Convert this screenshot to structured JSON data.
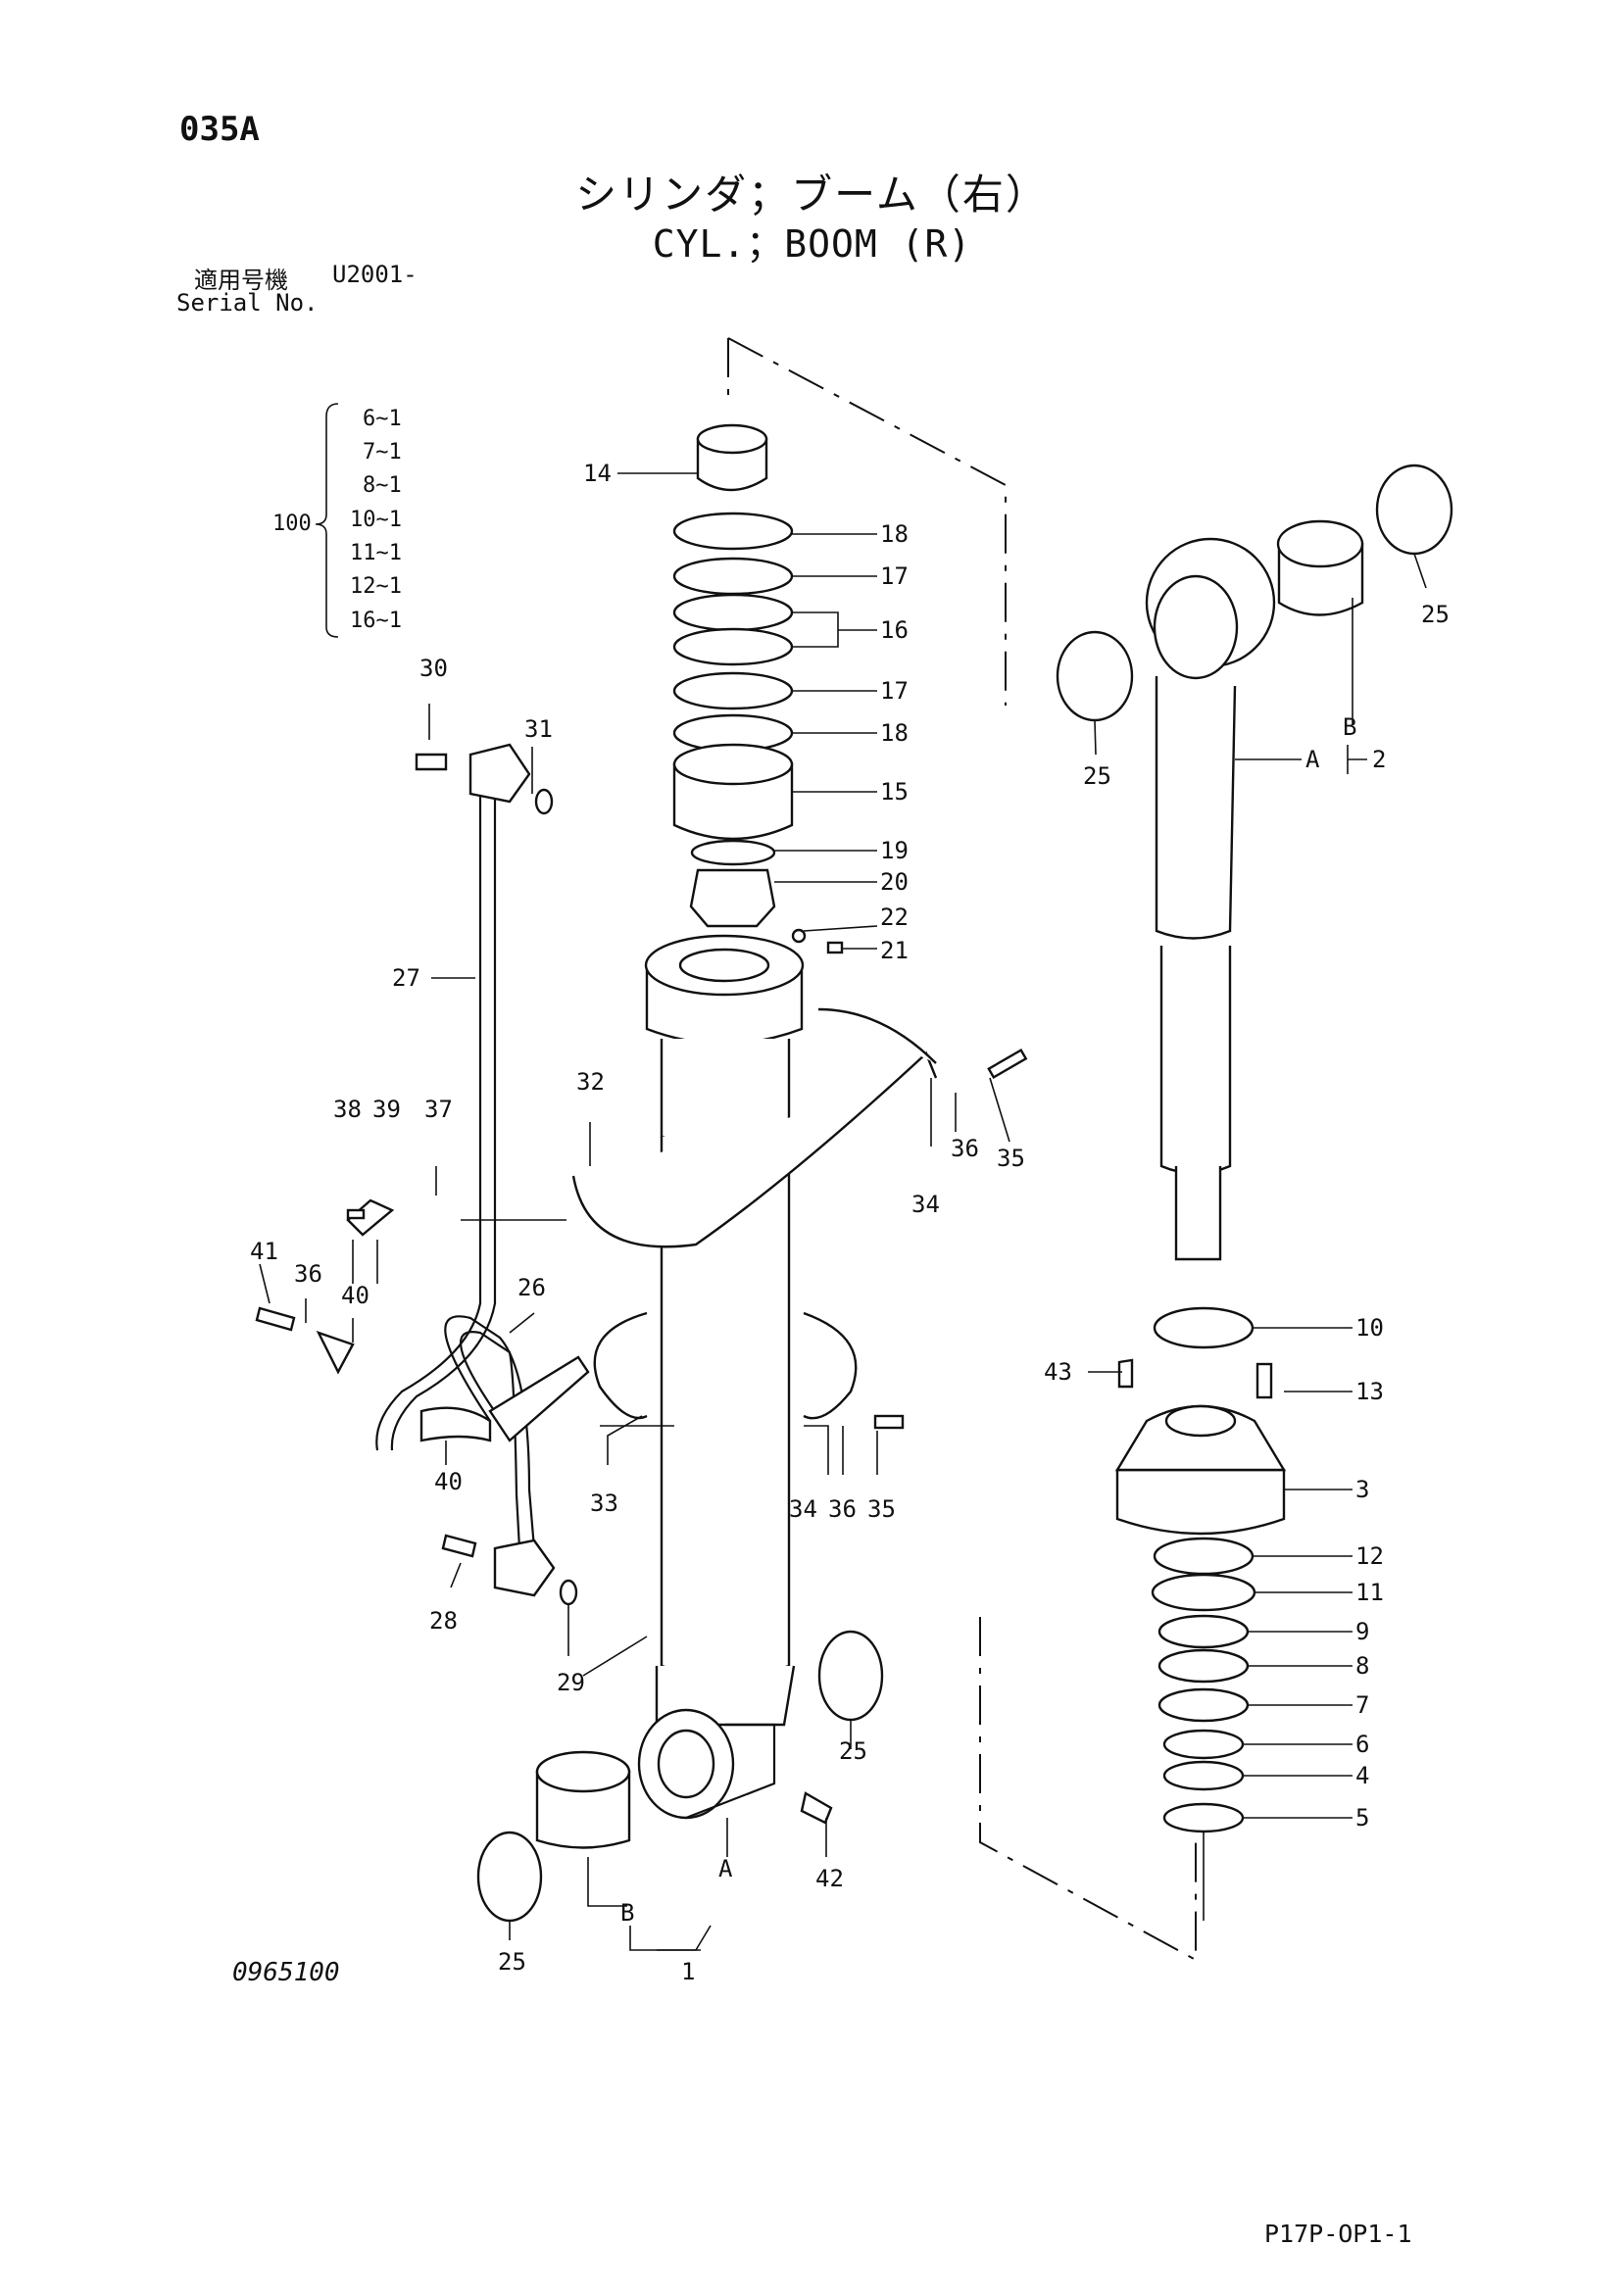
{
  "page_code": "035A",
  "title_jp": "シリンダ；ブーム（右）",
  "title_en": "CYL.；BOOM (R)",
  "serial": {
    "label_jp": "適用号機",
    "label_en": "Serial No.",
    "value": "U2001-"
  },
  "kit": {
    "number": "100",
    "items": [
      "6~1",
      "7~1",
      "8~1",
      "10~1",
      "11~1",
      "12~1",
      "16~1"
    ]
  },
  "callouts": {
    "c1": "1",
    "c2": "2",
    "c3": "3",
    "c4": "4",
    "c5": "5",
    "c6": "6",
    "c7": "7",
    "c8": "8",
    "c9": "9",
    "c10": "10",
    "c11": "11",
    "c12": "12",
    "c13": "13",
    "c14": "14",
    "c15": "15",
    "c16": "16",
    "c17a": "17",
    "c17b": "17",
    "c18a": "18",
    "c18b": "18",
    "c19": "19",
    "c20": "20",
    "c21": "21",
    "c22": "22",
    "c25a": "25",
    "c25b": "25",
    "c25c": "25",
    "c25d": "25",
    "c26": "26",
    "c27": "27",
    "c28": "28",
    "c29": "29",
    "c30": "30",
    "c31": "31",
    "c32": "32",
    "c33": "33",
    "c34a": "34",
    "c34b": "34",
    "c35a": "35",
    "c35b": "35",
    "c36a": "36",
    "c36b": "36",
    "c36c": "36",
    "c37": "37",
    "c38": "38",
    "c39": "39",
    "c40a": "40",
    "c40b": "40",
    "c41": "41",
    "c42": "42",
    "c43": "43",
    "cA1": "A",
    "cB1": "B",
    "cA2": "A",
    "cB2": "B"
  },
  "diagram_code": "0965100",
  "sheet_code": "P17P-OP1-1"
}
